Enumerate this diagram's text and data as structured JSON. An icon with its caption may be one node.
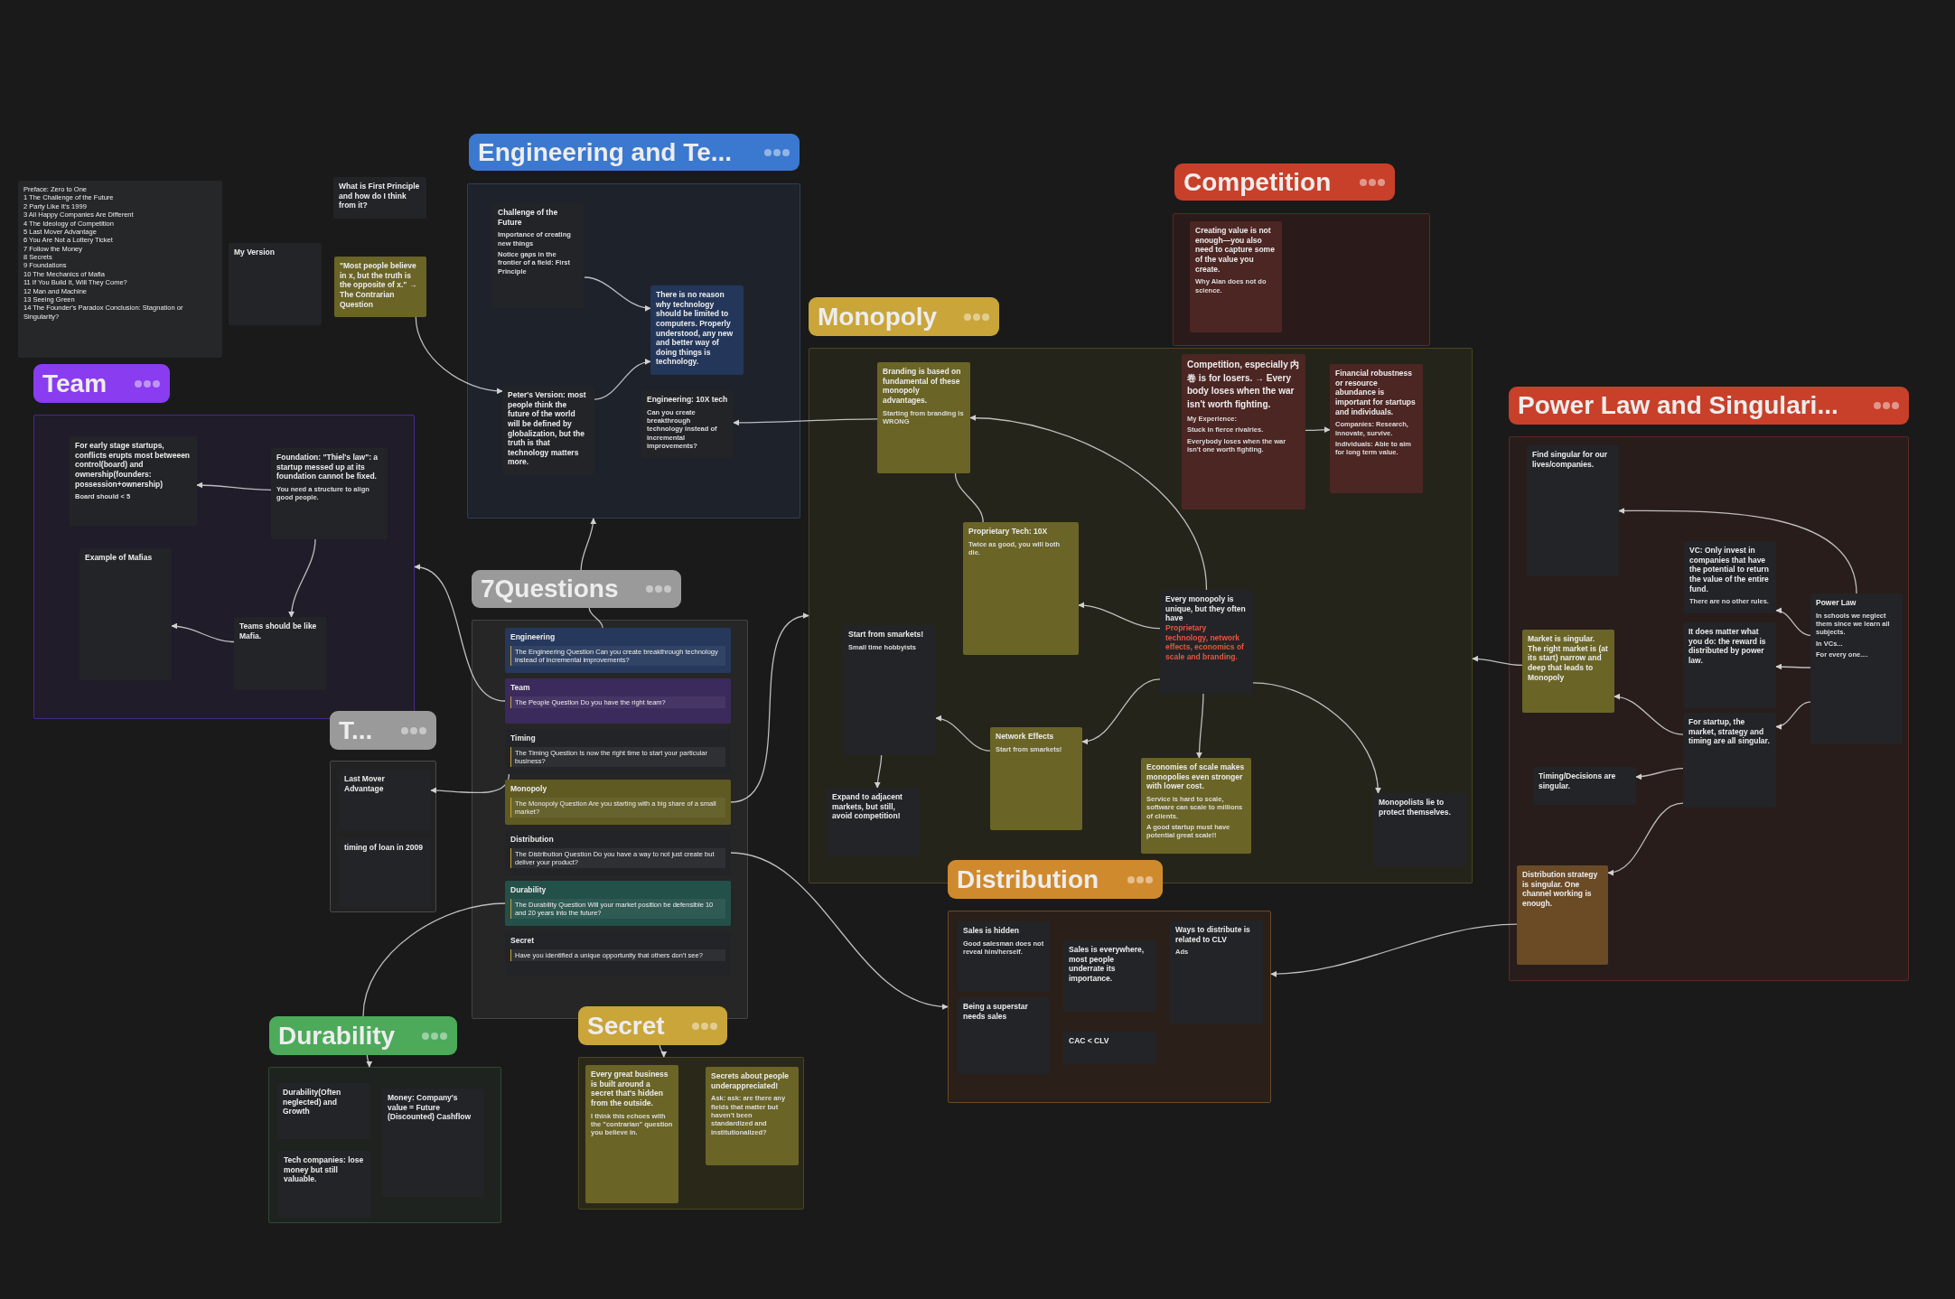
{
  "diagram": {
    "nodes": [
      {
        "text": [
          "Preface: Zero to One",
          "1 The Challenge of the Future",
          "2 Party Like It's 1999",
          "3 All Happy Companies Are Different",
          "4 The Ideology of Competition",
          "5 Last Mover Advantage",
          "6 You Are Not a Lottery Ticket",
          "7 Follow the Money",
          "8 Secrets",
          "9 Foundations",
          "10 The Mechanics of Mafia",
          "11 If You Build It, Will They Come?",
          "12 Man and Machine",
          "13 Seeing Green",
          "14 The Founder's Paradox Conclusion: Stagnation or Singularity?"
        ]
      },
      {
        "text": [
          "What is First Principle and how do I think from it?"
        ]
      },
      {
        "text": [
          "My Version"
        ]
      },
      {
        "text": [
          "\"Most people believe in x, but the truth is the opposite of x.\" → The Contrarian Question"
        ]
      },
      {
        "text": [
          "Engineering and Te..."
        ]
      },
      {
        "text": [],
        "shape": "box"
      },
      {
        "text": [
          "Challenge of the Future",
          "Importance of creating new things",
          "Notice gaps in the frontier of a field: First Principle"
        ],
        "in": 5
      },
      {
        "text": [
          "There is no reason why technology should be limited to computers. Properly understood, any new and better way of doing things is technology."
        ],
        "in": 5
      },
      {
        "text": [
          "Peter's Version: most people think the future of the world will be defined by globalization, but the truth is that technology matters more."
        ],
        "in": 5
      },
      {
        "text": [
          "Engineering: 10X tech",
          "Can you create breakthrough technology instead of incremental improvements?"
        ],
        "in": 5
      },
      {
        "text": [
          "Competition"
        ]
      },
      {
        "text": [],
        "shape": "box"
      },
      {
        "text": [
          "Creating value is not enough—you also need to capture some of the value you create.",
          "Why Alan does not do science."
        ],
        "in": 11
      },
      {
        "text": [
          "Competition, especially 内卷 is for losers. → Every body loses when the war isn't worth fighting.",
          "My Experience:",
          "Stuck in fierce rivalries.",
          "Everybody loses when the war isn't one worth fighting."
        ],
        "in": 16
      },
      {
        "text": [
          "Financial robustness or resource abundance is important for startups and individuals.",
          "Companies: Research, innovate, survive.",
          "Individuals: Able to aim for long term value."
        ],
        "in": 16
      },
      {
        "text": [
          "Monopoly"
        ]
      },
      {
        "text": [],
        "shape": "box"
      },
      {
        "text": [
          "Branding is based on fundamental of these monopoly advantages.",
          "Starting from branding is WRONG"
        ],
        "in": 16
      },
      {
        "text": [
          "Proprietary Tech: 10X",
          "Twice as good, you will both die."
        ],
        "in": 16
      },
      {
        "text": [
          "Start from smarkets!",
          "Small time hobbyists"
        ],
        "in": 16
      },
      {
        "text": [
          "Every monopoly is unique, but they often have",
          "Proprietary technology, network effects, economics of scale and branding."
        ],
        "in": 16
      },
      {
        "text": [
          "Network Effects",
          "Start from smarkets!"
        ],
        "in": 16
      },
      {
        "text": [
          "Expand to adjacent markets, but still, avoid competition!"
        ],
        "in": 16
      },
      {
        "text": [
          "Economies of scale makes monopolies even stronger with lower cost.",
          "Service is hard to scale, software can scale to millions of clients.",
          "A good startup must have potential great scale!!"
        ],
        "in": 16
      },
      {
        "text": [
          "Monopolists lie to protect themselves."
        ],
        "in": 16
      },
      {
        "text": [
          "Team"
        ]
      },
      {
        "text": [],
        "shape": "box"
      },
      {
        "text": [
          "For early stage startups, conflicts erupts most betweeen control(board) and ownership(founders: possession+ownership)",
          "Board should < 5"
        ],
        "in": 26
      },
      {
        "text": [
          "Foundation: \"Thiel's law\": a startup messed up at its foundation cannot be fixed.",
          "You need a structure to align good people."
        ],
        "in": 26
      },
      {
        "text": [
          "Example of Mafias"
        ],
        "in": 26
      },
      {
        "text": [
          "Teams should be like Mafia."
        ],
        "in": 26
      },
      {
        "text": [
          "7Questions"
        ]
      },
      {
        "text": [],
        "shape": "box"
      },
      {
        "text": [
          "Engineering",
          "The Engineering Question Can you create breakthrough technology instead of incremental improvements?"
        ],
        "in": 32
      },
      {
        "text": [
          "Team",
          "The People Question Do you have the right team?"
        ],
        "in": 32
      },
      {
        "text": [
          "Timing",
          "The Timing Question Is now the right time to start your particular business?"
        ],
        "in": 32
      },
      {
        "text": [
          "Monopoly",
          "The Monopoly Question Are you starting with a big share of a small market?"
        ],
        "in": 32
      },
      {
        "text": [
          "Distribution",
          "The Distribution Question Do you have a way to not just create but deliver your product?"
        ],
        "in": 32
      },
      {
        "text": [
          "Durability",
          "The Durability Question Will your market position be defensible 10 and 20 years into the future?"
        ],
        "in": 32
      },
      {
        "text": [
          "Secret",
          "Have you identified a unique opportunity that others don't see?"
        ],
        "in": 32
      },
      {
        "text": [
          "T..."
        ]
      },
      {
        "text": [],
        "shape": "box"
      },
      {
        "text": [
          "Last Mover Advantage"
        ],
        "in": 41
      },
      {
        "text": [
          "timing of loan in 2009"
        ],
        "in": 41
      },
      {
        "text": [
          "Durability"
        ]
      },
      {
        "text": [],
        "shape": "box"
      },
      {
        "text": [
          "Durability(Often neglected) and Growth"
        ],
        "in": 45
      },
      {
        "text": [
          "Money: Company's value = Future (Discounted) Cashflow"
        ],
        "in": 45
      },
      {
        "text": [
          "Tech companies: lose money but still valuable."
        ],
        "in": 45
      },
      {
        "text": [
          "Secret"
        ]
      },
      {
        "text": [],
        "shape": "box"
      },
      {
        "text": [
          "Every great business is built around a secret that's hidden from the outside.",
          "I think this echoes with the \"contrarian\" question you believe in."
        ],
        "in": 50
      },
      {
        "text": [
          "Secrets about people underappreciated!",
          "Ask: ask: are there any fields that matter but haven't been standardized and institutionalized?"
        ],
        "in": 50
      },
      {
        "text": [
          "Distribution"
        ]
      },
      {
        "text": [],
        "shape": "box"
      },
      {
        "text": [
          "Sales is hidden",
          "Good salesman does not reveal him/herself."
        ],
        "in": 54
      },
      {
        "text": [
          "Being a superstar needs sales"
        ],
        "in": 54
      },
      {
        "text": [
          "Sales is everywhere, most people underrate its importance."
        ],
        "in": 54
      },
      {
        "text": [
          "CAC < CLV"
        ],
        "in": 54
      },
      {
        "text": [
          "Ways to distribute is related to CLV",
          "Ads"
        ],
        "in": 54
      },
      {
        "text": [
          "Power Law and Singulari..."
        ]
      },
      {
        "text": [],
        "shape": "box"
      },
      {
        "text": [
          "Find singular for our lives/companies."
        ],
        "in": 61
      },
      {
        "text": [
          "VC: Only invest in companies that have the potential to return the value of the entire fund.",
          "There are no other rules."
        ],
        "in": 61
      },
      {
        "text": [
          "Market is singular. The right market is (at its start) narrow and deep that leads to Monopoly"
        ],
        "in": 61
      },
      {
        "text": [
          "It does matter what you do: the reward is distributed by power law."
        ],
        "in": 61
      },
      {
        "text": [
          "Power Law",
          "In schools we neglect them since we learn all subjects.",
          "In VCs...",
          "For every one...."
        ],
        "in": 61
      },
      {
        "text": [
          "For startup, the market, strategy and timing are all singular."
        ],
        "in": 61
      },
      {
        "text": [
          "Timing/Decisions are singular."
        ],
        "in": 61
      },
      {
        "text": [
          "Distribution strategy is singular. One channel working is enough."
        ],
        "in": 61
      }
    ],
    "edges": [
      {
        "from": 3,
        "to": 8,
        "arrow": "to"
      },
      {
        "from": 6,
        "to": 7,
        "arrow": "to"
      },
      {
        "from": 8,
        "to": 7,
        "arrow": "to"
      },
      {
        "from": 17,
        "to": 9,
        "arrow": "to"
      },
      {
        "from": 13,
        "to": 14,
        "arrow": "to"
      },
      {
        "from": 20,
        "to": 17,
        "arrow": "to"
      },
      {
        "from": 17,
        "to": 18,
        "arrow": "none"
      },
      {
        "from": 20,
        "to": 18,
        "arrow": "to"
      },
      {
        "from": 20,
        "to": 21,
        "arrow": "to"
      },
      {
        "from": 20,
        "to": 23,
        "arrow": "to"
      },
      {
        "from": 20,
        "to": 24,
        "arrow": "to"
      },
      {
        "from": 21,
        "to": 19,
        "arrow": "to"
      },
      {
        "from": 19,
        "to": 22,
        "arrow": "to"
      },
      {
        "from": 64,
        "to": 16,
        "arrow": "to"
      },
      {
        "from": 28,
        "to": 27,
        "arrow": "to"
      },
      {
        "from": 28,
        "to": 30,
        "arrow": "to"
      },
      {
        "from": 30,
        "to": 29,
        "arrow": "to"
      },
      {
        "from": 31,
        "to": 5,
        "arrow": "to"
      },
      {
        "from": 31,
        "to": 33,
        "arrow": "none"
      },
      {
        "from": 34,
        "to": 26,
        "arrow": "to"
      },
      {
        "from": 35,
        "to": 42,
        "arrow": "to"
      },
      {
        "from": 36,
        "to": 16,
        "arrow": "to"
      },
      {
        "from": 37,
        "to": 54,
        "arrow": "to"
      },
      {
        "from": 38,
        "to": 44,
        "arrow": "none"
      },
      {
        "from": 44,
        "to": 45,
        "arrow": "to"
      },
      {
        "from": 49,
        "to": 50,
        "arrow": "to"
      },
      {
        "from": 66,
        "to": 62,
        "arrow": "to"
      },
      {
        "from": 66,
        "to": 63,
        "arrow": "to"
      },
      {
        "from": 66,
        "to": 65,
        "arrow": "to"
      },
      {
        "from": 66,
        "to": 67,
        "arrow": "to"
      },
      {
        "from": 67,
        "to": 64,
        "arrow": "to"
      },
      {
        "from": 67,
        "to": 68,
        "arrow": "to"
      },
      {
        "from": 67,
        "to": 69,
        "arrow": "to"
      },
      {
        "from": 69,
        "to": 54,
        "arrow": "to"
      }
    ]
  }
}
